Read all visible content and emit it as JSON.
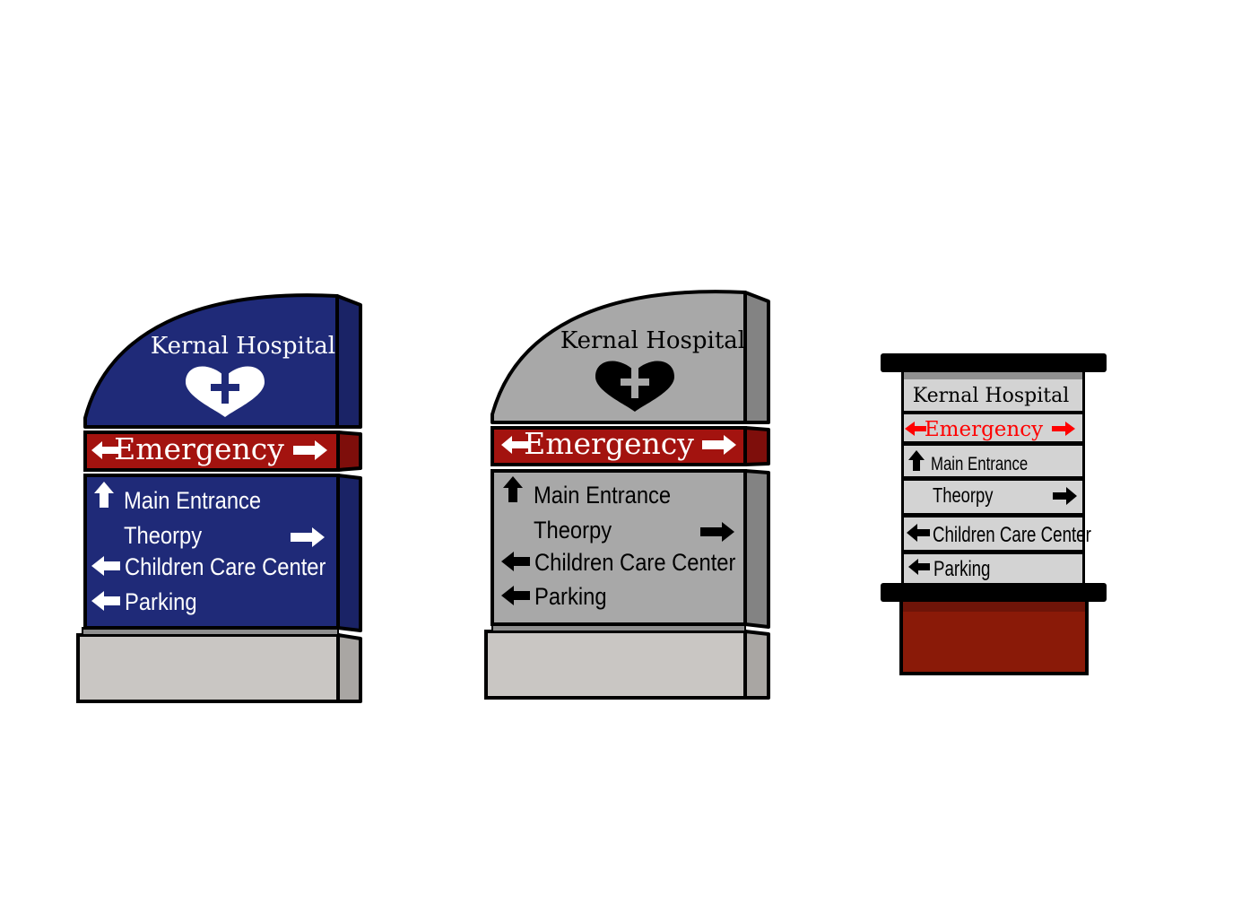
{
  "colors": {
    "navy": "#1f2a78",
    "navy_side": "#1a2366",
    "red_band": "#a3130f",
    "red_band_side": "#7e0e0b",
    "gray_panel": "#a8a8a8",
    "gray_side": "#838383",
    "base_light": "#c9c6c3",
    "base_side": "#a9a6a3",
    "kiosk_panel": "#d3d3d3",
    "kiosk_red_text": "#ff0000",
    "kiosk_base": "#8a1a08",
    "outline": "#000000",
    "white": "#ffffff"
  },
  "signs": [
    {
      "variant": "navy",
      "title": "Kernal Hospital",
      "logo_icon": "heart-cross-icon",
      "emergency": "Emergency",
      "directions": [
        {
          "label": "Main Entrance",
          "arrow": "up"
        },
        {
          "label": "Theorpy",
          "arrow": "right"
        },
        {
          "label": "Children Care Center",
          "arrow": "left"
        },
        {
          "label": "Parking",
          "arrow": "left"
        }
      ]
    },
    {
      "variant": "gray",
      "title": "Kernal Hospital",
      "logo_icon": "heart-cross-icon",
      "emergency": "Emergency",
      "directions": [
        {
          "label": "Main Entrance",
          "arrow": "up"
        },
        {
          "label": "Theorpy",
          "arrow": "right"
        },
        {
          "label": "Children Care Center",
          "arrow": "left"
        },
        {
          "label": "Parking",
          "arrow": "left"
        }
      ]
    },
    {
      "variant": "kiosk",
      "title": "Kernal Hospital",
      "emergency": "Emergency",
      "directions": [
        {
          "label": "Main Entrance",
          "arrow": "up"
        },
        {
          "label": "Theorpy",
          "arrow": "right"
        },
        {
          "label": "Children Care Center",
          "arrow": "left"
        },
        {
          "label": "Parking",
          "arrow": "left"
        }
      ]
    }
  ]
}
